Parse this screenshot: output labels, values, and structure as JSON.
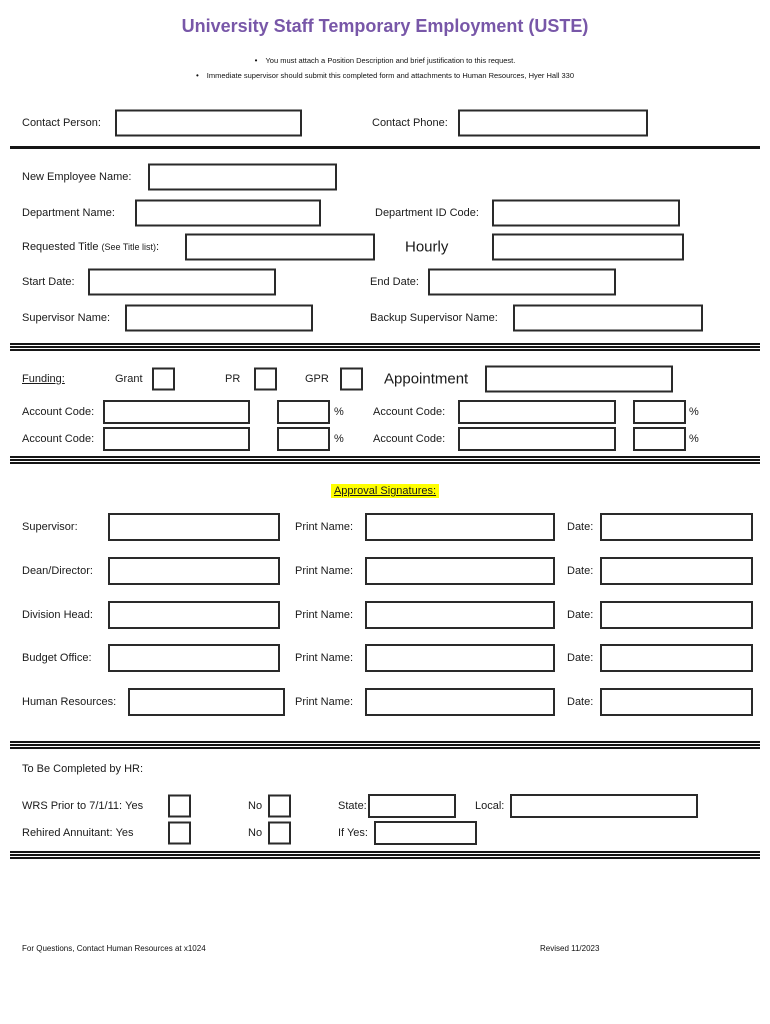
{
  "title": "University Staff Temporary Employment (USTE)",
  "notes": [
    "You must attach a Position Description and brief justification to this request.",
    "Immediate supervisor should submit this completed form and attachments to Human Resources, Hyer Hall 330"
  ],
  "bullet_glyph": "•",
  "contact": {
    "person_label": "Contact Person:",
    "phone_label": "Contact Phone:"
  },
  "employee": {
    "new_employee_label": "New Employee Name:",
    "department_label": "Department Name:",
    "dept_id_label": "Department ID Code:",
    "requested_title_label": "Requested Title ",
    "requested_title_note": "(See Title list)",
    "requested_title_suffix": ":",
    "hourly_label": "Hourly",
    "start_date_label": "Start Date:",
    "end_date_label": "End Date:",
    "supervisor_label": "Supervisor Name:",
    "backup_supervisor_label": "Backup Supervisor Name:"
  },
  "funding": {
    "heading": "Funding:",
    "grant_label": "Grant",
    "pr_label": "PR",
    "gpr_label": "GPR",
    "appointment_label": "Appointment",
    "account_code_label": "Account Code:",
    "percent_symbol": "%"
  },
  "approval": {
    "heading": "Approval Signatures:",
    "print_name_label": "Print Name:",
    "date_label": "Date:",
    "rows": [
      {
        "label": "Supervisor:"
      },
      {
        "label": "Dean/Director:"
      },
      {
        "label": "Division Head:"
      },
      {
        "label": "Budget Office:"
      },
      {
        "label": "Human Resources:"
      }
    ]
  },
  "hr_section": {
    "heading": "To Be Completed by HR:",
    "wrs_label": "WRS Prior to 7/1/11:",
    "rehired_label": "Rehired Annuitant:",
    "yes_label": "Yes",
    "no_label": "No",
    "state_label": "State:",
    "local_label": "Local:",
    "if_yes_label": "If Yes:"
  },
  "footer": {
    "left": "For Questions, Contact Human Resources at x1024",
    "right": "Revised 11/2023"
  },
  "colors": {
    "title_purple": "#7857a8",
    "highlight_yellow": "#ffff00",
    "field_border": "#2a2a2a"
  }
}
